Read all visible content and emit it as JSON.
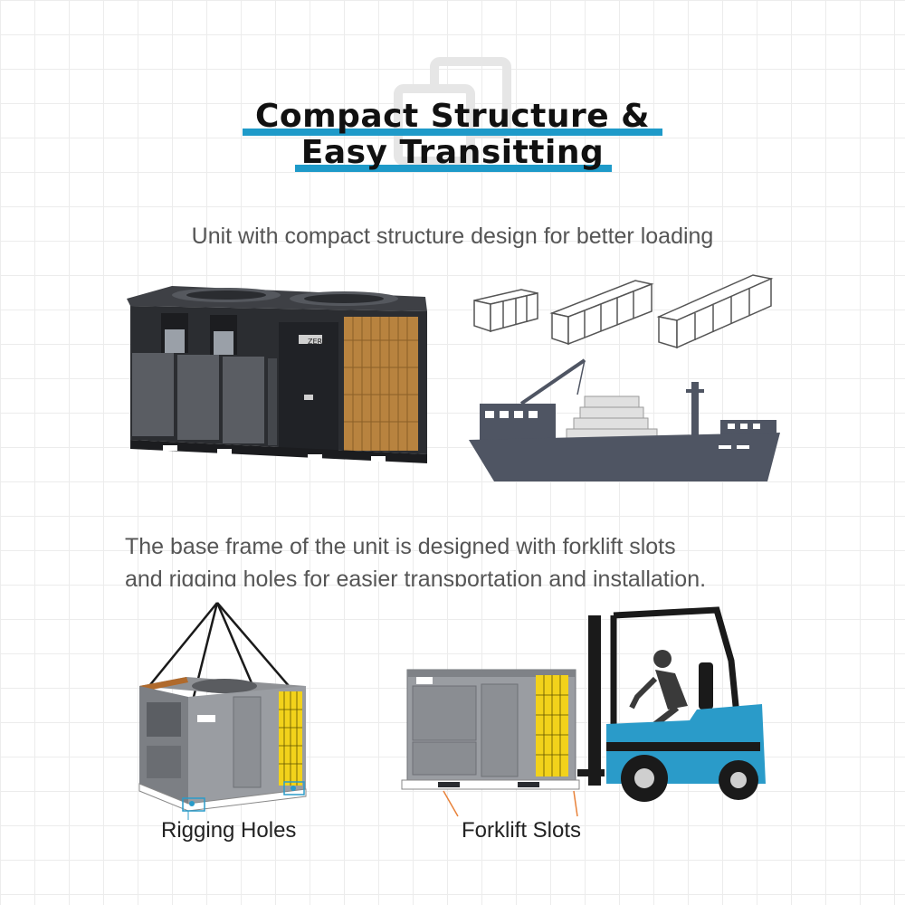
{
  "header": {
    "title_line1": "Compact Structure &",
    "title_line2": "Easy Transitting",
    "accent_color": "#1e9ac9"
  },
  "section1": {
    "subtitle": "Unit with compact structure design for better loading",
    "unit_brand": "ZERO"
  },
  "section2": {
    "description_line1": "The base frame of the unit is designed with forklift slots",
    "description_line2": "and rigging holes for easier transportation and installation."
  },
  "captions": {
    "rigging": "Rigging Holes",
    "forklift": "Forklift Slots"
  },
  "colors": {
    "ship": "#4f5563",
    "unit_dark": "#2b2d31",
    "coil": "#b8833f",
    "forklift_blue": "#2a9bc9",
    "coil_yellow": "#f2d21b",
    "callout": "#e8823a"
  }
}
